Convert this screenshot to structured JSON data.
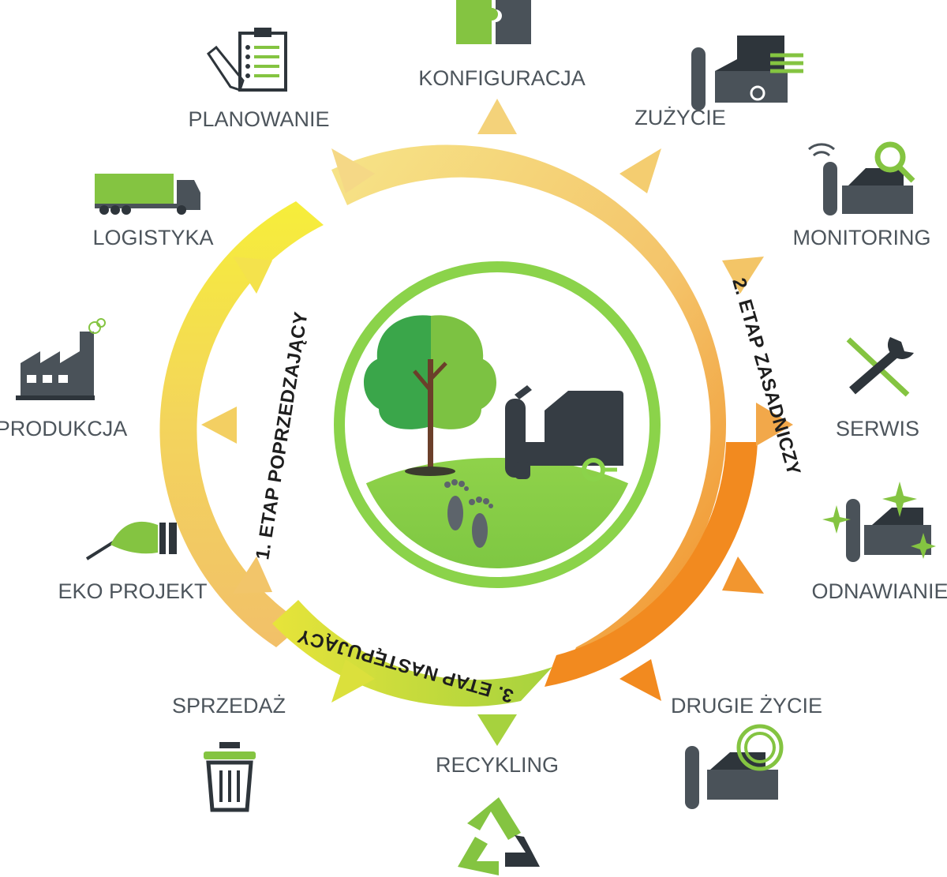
{
  "center": {
    "stages": [
      "1. ETAP POPRZEDZAJĄCY",
      "2. ETAP ZASADNICZY",
      "3. ETAP NASTĘPUJĄCY"
    ]
  },
  "labels": {
    "konfiguracja": "KONFIGURACJA",
    "zuzycie": "ZUŻYCIE",
    "monitoring": "MONITORING",
    "serwis": "SERWIS",
    "odnawianie": "ODNAWIANIE",
    "drugie_zycie": "DRUGIE ŻYCIE",
    "recykling": "RECYKLING",
    "sprzedaz": "SPRZEDAŻ",
    "eko_projekt": "EKO PROJEKT",
    "produkcja": "PRODUKCJA",
    "logistyka": "LOGISTYKA",
    "planowanie": "PLANOWANIE"
  },
  "icons": [
    "puzzle-icon",
    "scrubber-speed-icon",
    "scrubber-monitor-icon",
    "wrench-screwdriver-icon",
    "scrubber-sparkle-icon",
    "scrubber-cycle-icon",
    "recycle-icon",
    "trash-bin-icon",
    "hand-pen-icon",
    "factory-icon",
    "truck-icon",
    "clipboard-pen-icon"
  ],
  "colors": {
    "green": "#84c441",
    "dark": "#4a5259",
    "label": "#4d555c",
    "ring_start": "#f7ec3e",
    "ring_mid": "#f3c768",
    "ring_end": "#f28a1f",
    "stage3": "#c3de3d"
  }
}
